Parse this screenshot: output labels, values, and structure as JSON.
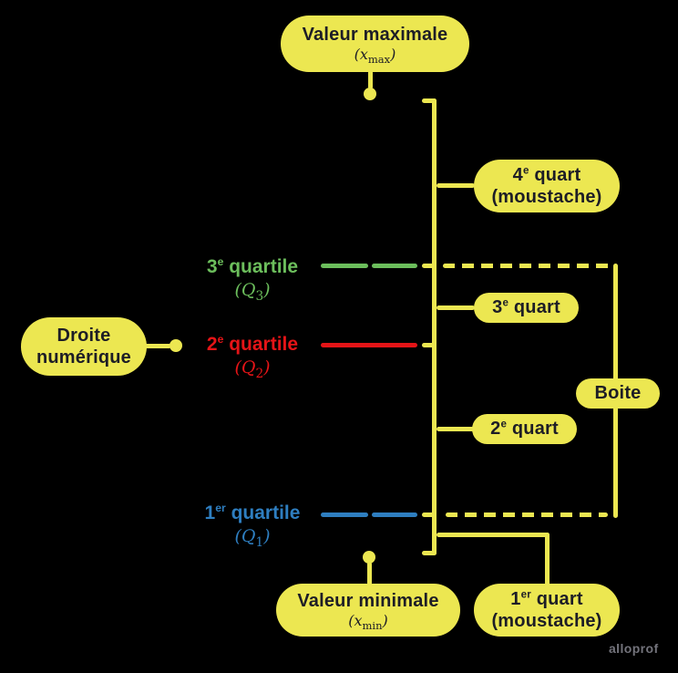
{
  "colors": {
    "background": "#000000",
    "yellow": "#ECE751",
    "ink": "#1D1D26",
    "green": "#6CBE5C",
    "red": "#E51417",
    "blue": "#2E7EC0",
    "gray": "#73737B"
  },
  "bubbles": {
    "valeur_maximale": {
      "title": "Valeur maximale",
      "math_open": "(x",
      "math_sub": "max",
      "math_close": ")"
    },
    "valeur_minimale": {
      "title": "Valeur minimale",
      "math_open": "(x",
      "math_sub": "min",
      "math_close": ")"
    },
    "droite_numerique": {
      "line1": "Droite",
      "line2": "numérique"
    },
    "quart4": {
      "num": "4",
      "sup": "e",
      "rest": " quart",
      "line2": "(moustache)"
    },
    "quart3": {
      "num": "3",
      "sup": "e",
      "rest": " quart"
    },
    "quart2": {
      "num": "2",
      "sup": "e",
      "rest": " quart"
    },
    "quart1": {
      "num": "1",
      "sup": "er",
      "rest": " quart",
      "line2": "(moustache)"
    },
    "boite": {
      "label": "Boite"
    }
  },
  "quartile_labels": {
    "q3": {
      "num": "3",
      "sup": "e",
      "rest": " quartile",
      "sym_open": "(Q",
      "sym_sub": "3",
      "sym_close": ")"
    },
    "q2": {
      "num": "2",
      "sup": "e",
      "rest": " quartile",
      "sym_open": "(Q",
      "sym_sub": "2",
      "sym_close": ")"
    },
    "q1": {
      "num": "1",
      "sup": "er",
      "rest": " quartile",
      "sym_open": "(Q",
      "sym_sub": "1",
      "sym_close": ")"
    }
  },
  "watermark": "alloprof"
}
